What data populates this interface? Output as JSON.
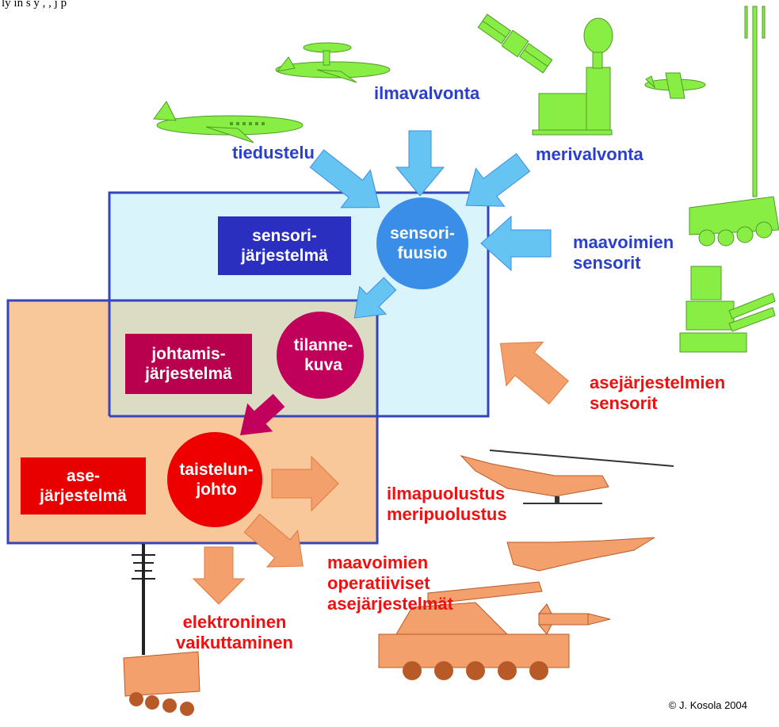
{
  "top_text": "ly  in  s y  ,   ,  j p",
  "copyright": "© J. Kosola 2004",
  "colors": {
    "sensor_box_fill": "#d9f4fb",
    "sensor_box_border": "#3545b8",
    "weapon_box_fill": "#f9c89a",
    "overlap_fill": "#dcdcc4",
    "sensor_label_bg": "#2a2fc0",
    "command_label_bg": "#b8004f",
    "weapon_label_bg": "#e80000",
    "fusion_circle": "#3a8ee8",
    "picture_circle": "#c0005a",
    "control_circle": "#ee0000",
    "blue_arrow": "#66c4f2",
    "orange_arrow": "#f4a06c",
    "magenta_arrow": "#c0005a",
    "equipment_green": "#88ee44",
    "equipment_orange": "#f4a06c",
    "blue_text": "#2b3fcc",
    "red_text": "#ee1111"
  },
  "inputs": {
    "ilmavalvonta": "ilmavalvonta",
    "tiedustelu": "tiedustelu",
    "merivalvonta": "merivalvonta",
    "maavoimien_sensorit": [
      "maavoimien",
      "sensorit"
    ],
    "asejarjestelmien_sensorit": [
      "asejärjestelmien",
      "sensorit"
    ]
  },
  "boxes": {
    "sensori": [
      "sensori-",
      "järjestelmä"
    ],
    "johtamis": [
      "johtamis-",
      "järjestelmä"
    ],
    "ase": [
      "ase-",
      "järjestelmä"
    ]
  },
  "nodes": {
    "fusion": [
      "sensori-",
      "fuusio"
    ],
    "picture": [
      "tilanne-",
      "kuva"
    ],
    "control": [
      "taistelun-",
      "johto"
    ]
  },
  "outputs": {
    "ilmapuolustus": "ilmapuolustus",
    "meripuolustus": "meripuolustus",
    "maavoimien_ase": [
      "maavoimien",
      "operatiiviset",
      "asejärjestelmät"
    ],
    "elektroninen": [
      "elektroninen",
      "vaikuttaminen"
    ]
  },
  "equipment_icons": [
    "awacs-aircraft-icon",
    "recon-aircraft-icon",
    "satellite-icon",
    "radar-station-icon",
    "uav-icon",
    "radio-mast-vehicle-icon",
    "radar-turret-icon",
    "helicopter-icon",
    "fighter-jet-icon",
    "missile-icon",
    "howitzer-icon",
    "jammer-vehicle-icon"
  ]
}
